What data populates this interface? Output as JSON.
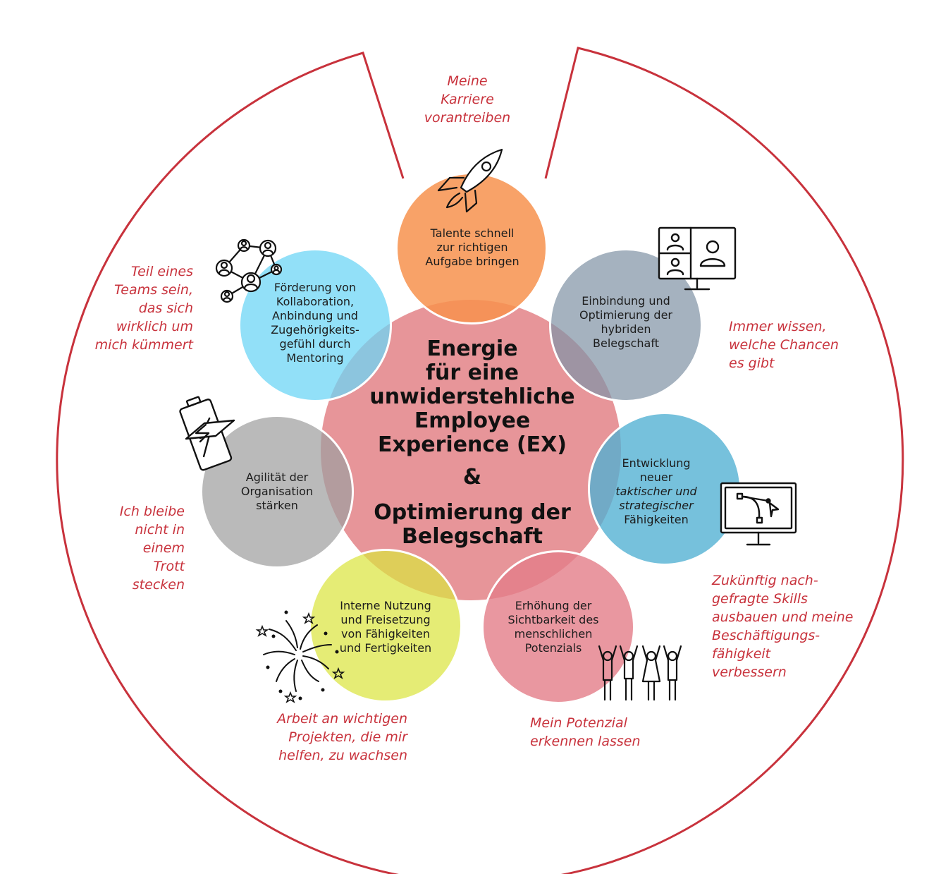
{
  "center": {
    "title_lines": [
      "Energie",
      "für eine",
      "unwiderstehliche",
      "Employee",
      "Experience (EX)"
    ],
    "ampersand": "&",
    "subtitle_lines": [
      "Optimierung der",
      "Belegschaft"
    ]
  },
  "bubbles": {
    "talente": {
      "lines": [
        "Talente schnell",
        "zur richtigen",
        "Aufgabe bringen"
      ]
    },
    "einbindung": {
      "lines": [
        "Einbindung und",
        "Optimierung der",
        "hybriden",
        "Belegschaft"
      ]
    },
    "entwicklung": {
      "lines": [
        "Entwicklung",
        "neuer",
        "taktischer und",
        "strategischer",
        "Fähigkeiten"
      ]
    },
    "erhoehung": {
      "lines": [
        "Erhöhung der",
        "Sichtbarkeit des",
        "menschlichen",
        "Potenzials"
      ]
    },
    "interne": {
      "lines": [
        "Interne Nutzung",
        "und Freisetzung",
        "von Fähigkeiten",
        "und Fertigkeiten"
      ]
    },
    "agilitaet": {
      "lines": [
        "Agilität der",
        "Organisation",
        "stärken"
      ]
    },
    "foerderung": {
      "lines": [
        "Förderung von",
        "Kollaboration,",
        "Anbindung und",
        "Zugehörigkeits-",
        "gefühl durch",
        "Mentoring"
      ]
    }
  },
  "quotes": {
    "karriere": [
      "Meine",
      "Karriere",
      "vorantreiben"
    ],
    "chancen": [
      "Immer wissen,",
      "welche Chancen",
      "es gibt"
    ],
    "skills": [
      "Zukünftig nach-",
      "gefragte Skills",
      "ausbauen und meine",
      "Beschäftigungs-",
      "fähigkeit",
      "verbessern"
    ],
    "potenzial": [
      "Mein Potenzial",
      "erkennen lassen"
    ],
    "projekte": [
      "Arbeit an wichtigen",
      "Projekten, die mir",
      "helfen, zu wachsen"
    ],
    "trott": [
      "Ich bleibe",
      "nicht in",
      "einem",
      "Trott",
      "stecken"
    ],
    "team": [
      "Teil eines",
      "Teams sein,",
      "das sich",
      "wirklich um",
      "mich kümmert"
    ]
  },
  "colors": {
    "outline": "#c8323c",
    "quote": "#c8323c",
    "center": "#e58c90",
    "talente": "#f7924e",
    "einbindung": "#8fa0b0",
    "entwicklung": "#5ab4d2",
    "erhoehung": "#e58a92",
    "interne": "#dde655",
    "agilitaet": "#b3b3b3",
    "foerderung": "#7fdcf6"
  },
  "icons": [
    "rocket-icon",
    "video-call-icon",
    "vector-design-icon",
    "people-cheering-icon",
    "fireworks-icon",
    "battery-charge-icon",
    "network-icon"
  ]
}
